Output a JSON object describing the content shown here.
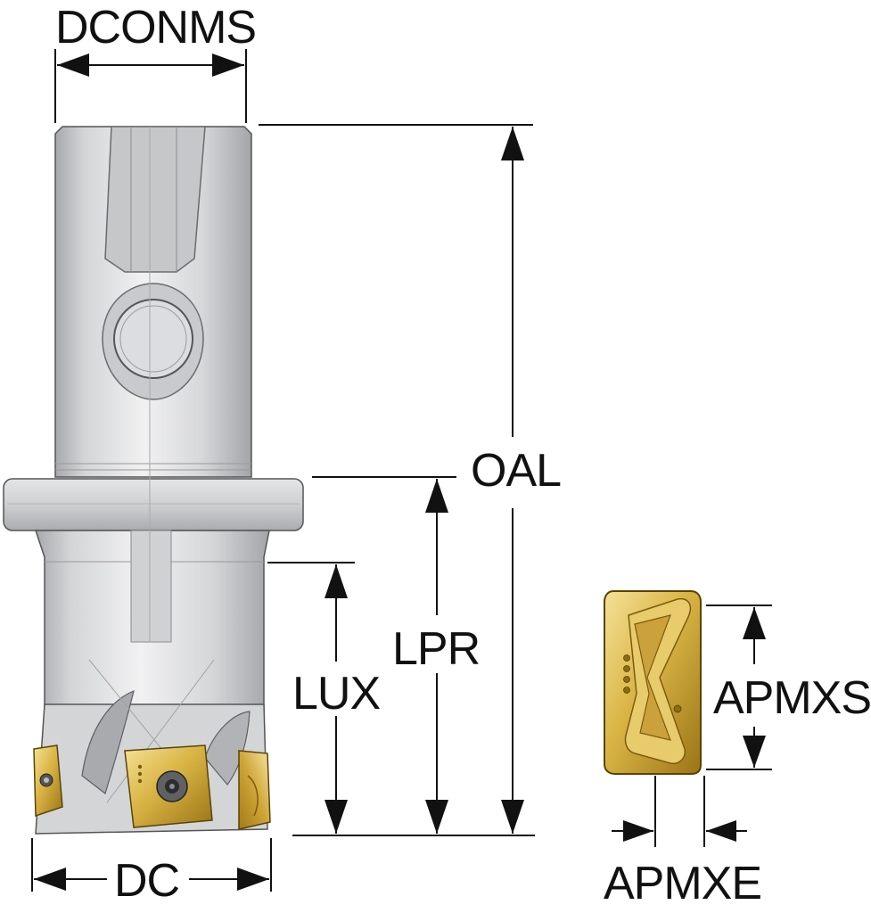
{
  "dimensions": {
    "dconms": "DCONMS",
    "oal": "OAL",
    "lpr": "LPR",
    "lux": "LUX",
    "dc": "DC",
    "apmxs": "APMXS",
    "apmxe": "APMXE"
  },
  "colors": {
    "tool_body_light": "#eeeeef",
    "tool_body_mid": "#c9cacc",
    "tool_body_dark": "#9fa1a4",
    "insert_gold_light": "#f3dc86",
    "insert_gold_mid": "#d4ad3b",
    "insert_gold_dark": "#8f6c12",
    "line": "#111111"
  },
  "icons": {
    "tool": "indexable-end-mill-icon",
    "insert": "cutting-insert-icon",
    "screw": "torx-screw-icon"
  }
}
